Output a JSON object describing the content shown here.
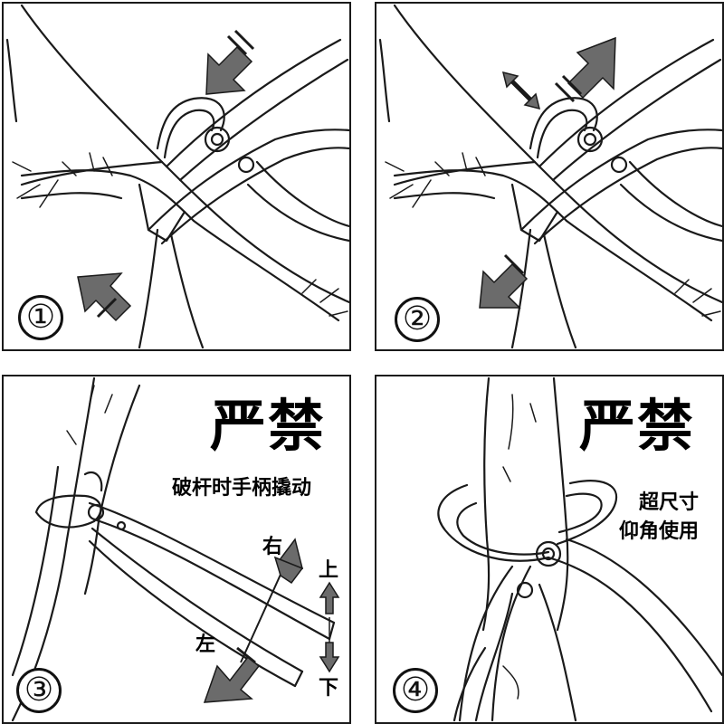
{
  "panels": [
    {
      "number": "①"
    },
    {
      "number": "②"
    },
    {
      "number": "③",
      "warning_title": "严禁",
      "warning_text": "破杆时手柄撬动",
      "labels": {
        "right": "右",
        "left": "左",
        "up": "上",
        "down": "下"
      }
    },
    {
      "number": "④",
      "warning_title": "严禁",
      "warning_line1": "超尺寸",
      "warning_line2": "仰角使用"
    }
  ],
  "colors": {
    "ink": "#1a1a1a",
    "arrow": "#6b6b6b"
  }
}
